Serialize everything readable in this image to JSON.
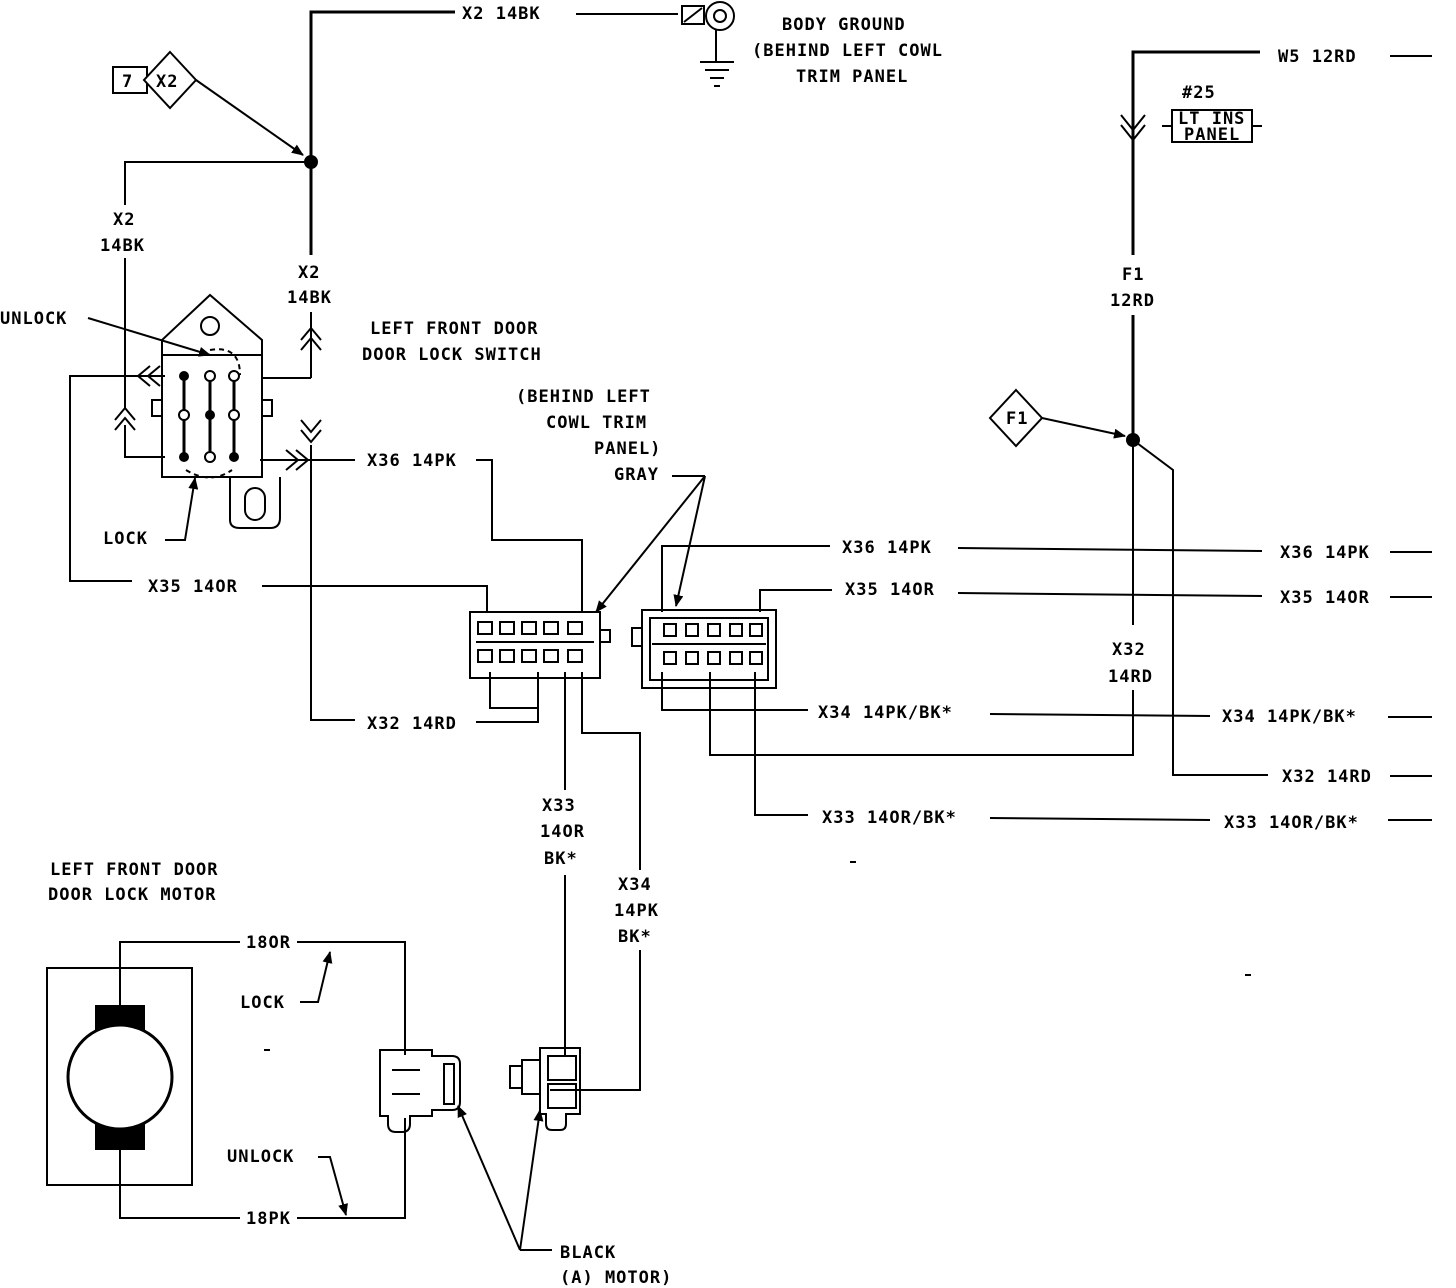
{
  "labels": {
    "x2_top": "X2 14BK",
    "body_ground_1": "BODY GROUND",
    "body_ground_2": "(BEHIND LEFT COWL",
    "body_ground_3": "TRIM PANEL",
    "w5": "W5 12RD",
    "num25": "#25",
    "lt_ins_1": "LT INS",
    "lt_ins_2": "PANEL",
    "splice_x2_num": "7",
    "splice_x2": "X2",
    "x2_left_1": "X2",
    "x2_left_2": "14BK",
    "x2_mid_1": "X2",
    "x2_mid_2": "14BK",
    "f1_1": "F1",
    "f1_2": "12RD",
    "unlock_switch": "UNLOCK",
    "switch_1": "LEFT FRONT DOOR",
    "switch_2": "DOOR LOCK SWITCH",
    "cowl_1": "(BEHIND LEFT",
    "cowl_2": "COWL TRIM",
    "cowl_3": "PANEL)",
    "cowl_4": "GRAY",
    "splice_f1": "F1",
    "x36_left": "X36 14PK",
    "lock_switch": "LOCK",
    "x36_mid": "X36 14PK",
    "x36_right": "X36 14PK",
    "x35_left": "X35 14OR",
    "x35_mid": "X35 14OR",
    "x35_right": "X35 14OR",
    "x32_vert_1": "X32",
    "x32_vert_2": "14RD",
    "x34_mid": "X34 14PK/BK*",
    "x34_right": "X34 14PK/BK*",
    "x32_left": "X32 14RD",
    "x32_right": "X32 14RD",
    "x33_mid": "X33 14OR/BK*",
    "x33_right": "X33 14OR/BK*",
    "x33_vert_1": "X33",
    "x33_vert_2": "14OR",
    "x33_vert_3": "BK*",
    "motor_1": "LEFT FRONT DOOR",
    "motor_2": "DOOR LOCK MOTOR",
    "x34_vert_1": "X34",
    "x34_vert_2": "14PK",
    "x34_vert_3": "BK*",
    "wire_18or": "18OR",
    "lock_motor": "LOCK",
    "unlock_motor": "UNLOCK",
    "wire_18pk": "18PK",
    "black_1": "BLACK",
    "black_2": "(A) MOTOR)"
  }
}
